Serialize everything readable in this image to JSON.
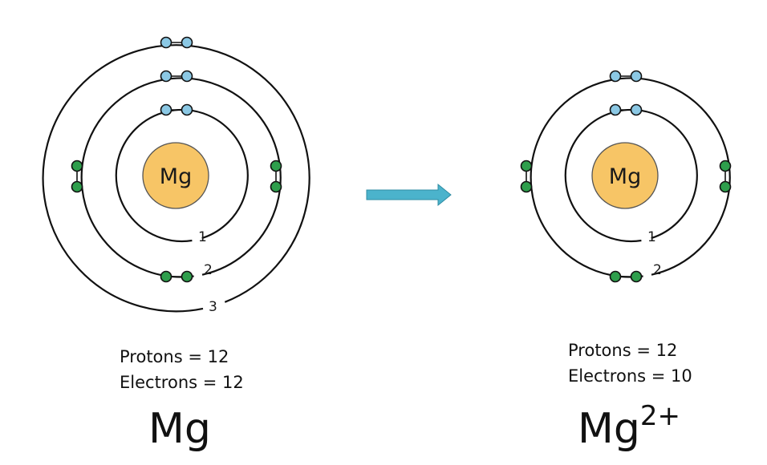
{
  "colors": {
    "nucleus": "#F7C566",
    "electron_inner": "#8BC8E4",
    "electron_outer": "#2E9E4C",
    "arrow": "#4BB3CC"
  },
  "atom_neutral": {
    "element": "Mg",
    "shell_labels": [
      "1",
      "2",
      "3"
    ],
    "protons_text": "Protons = 12",
    "electrons_text": "Electrons = 12",
    "symbol": "Mg",
    "charge": ""
  },
  "atom_ion": {
    "element": "Mg",
    "shell_labels": [
      "1",
      "2"
    ],
    "protons_text": "Protons = 12",
    "electrons_text": "Electrons = 10",
    "symbol": "Mg",
    "charge": "2+"
  },
  "arrow_icon": "right-arrow-icon"
}
